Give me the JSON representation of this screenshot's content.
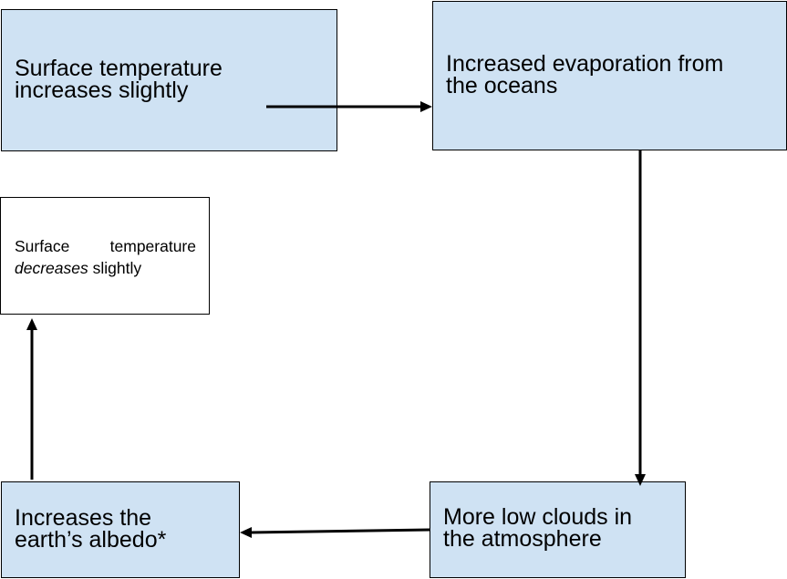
{
  "nodes": {
    "surface_up": {
      "line1": "Surface temperature",
      "line2": "increases slightly"
    },
    "evaporation": {
      "line1": "Increased evaporation from",
      "line2": "the oceans"
    },
    "clouds": {
      "line1": "More low clouds in",
      "line2": "the atmosphere"
    },
    "albedo": {
      "line1": "Increases the",
      "line2": "earth’s albedo*"
    },
    "surface_down": {
      "word1": "Surface",
      "word2": "temperature",
      "emphasis": "decreases",
      "rest": " slightly"
    }
  },
  "colors": {
    "box_fill": "#cfe2f3",
    "box_border": "#000000",
    "arrow": "#000000"
  }
}
